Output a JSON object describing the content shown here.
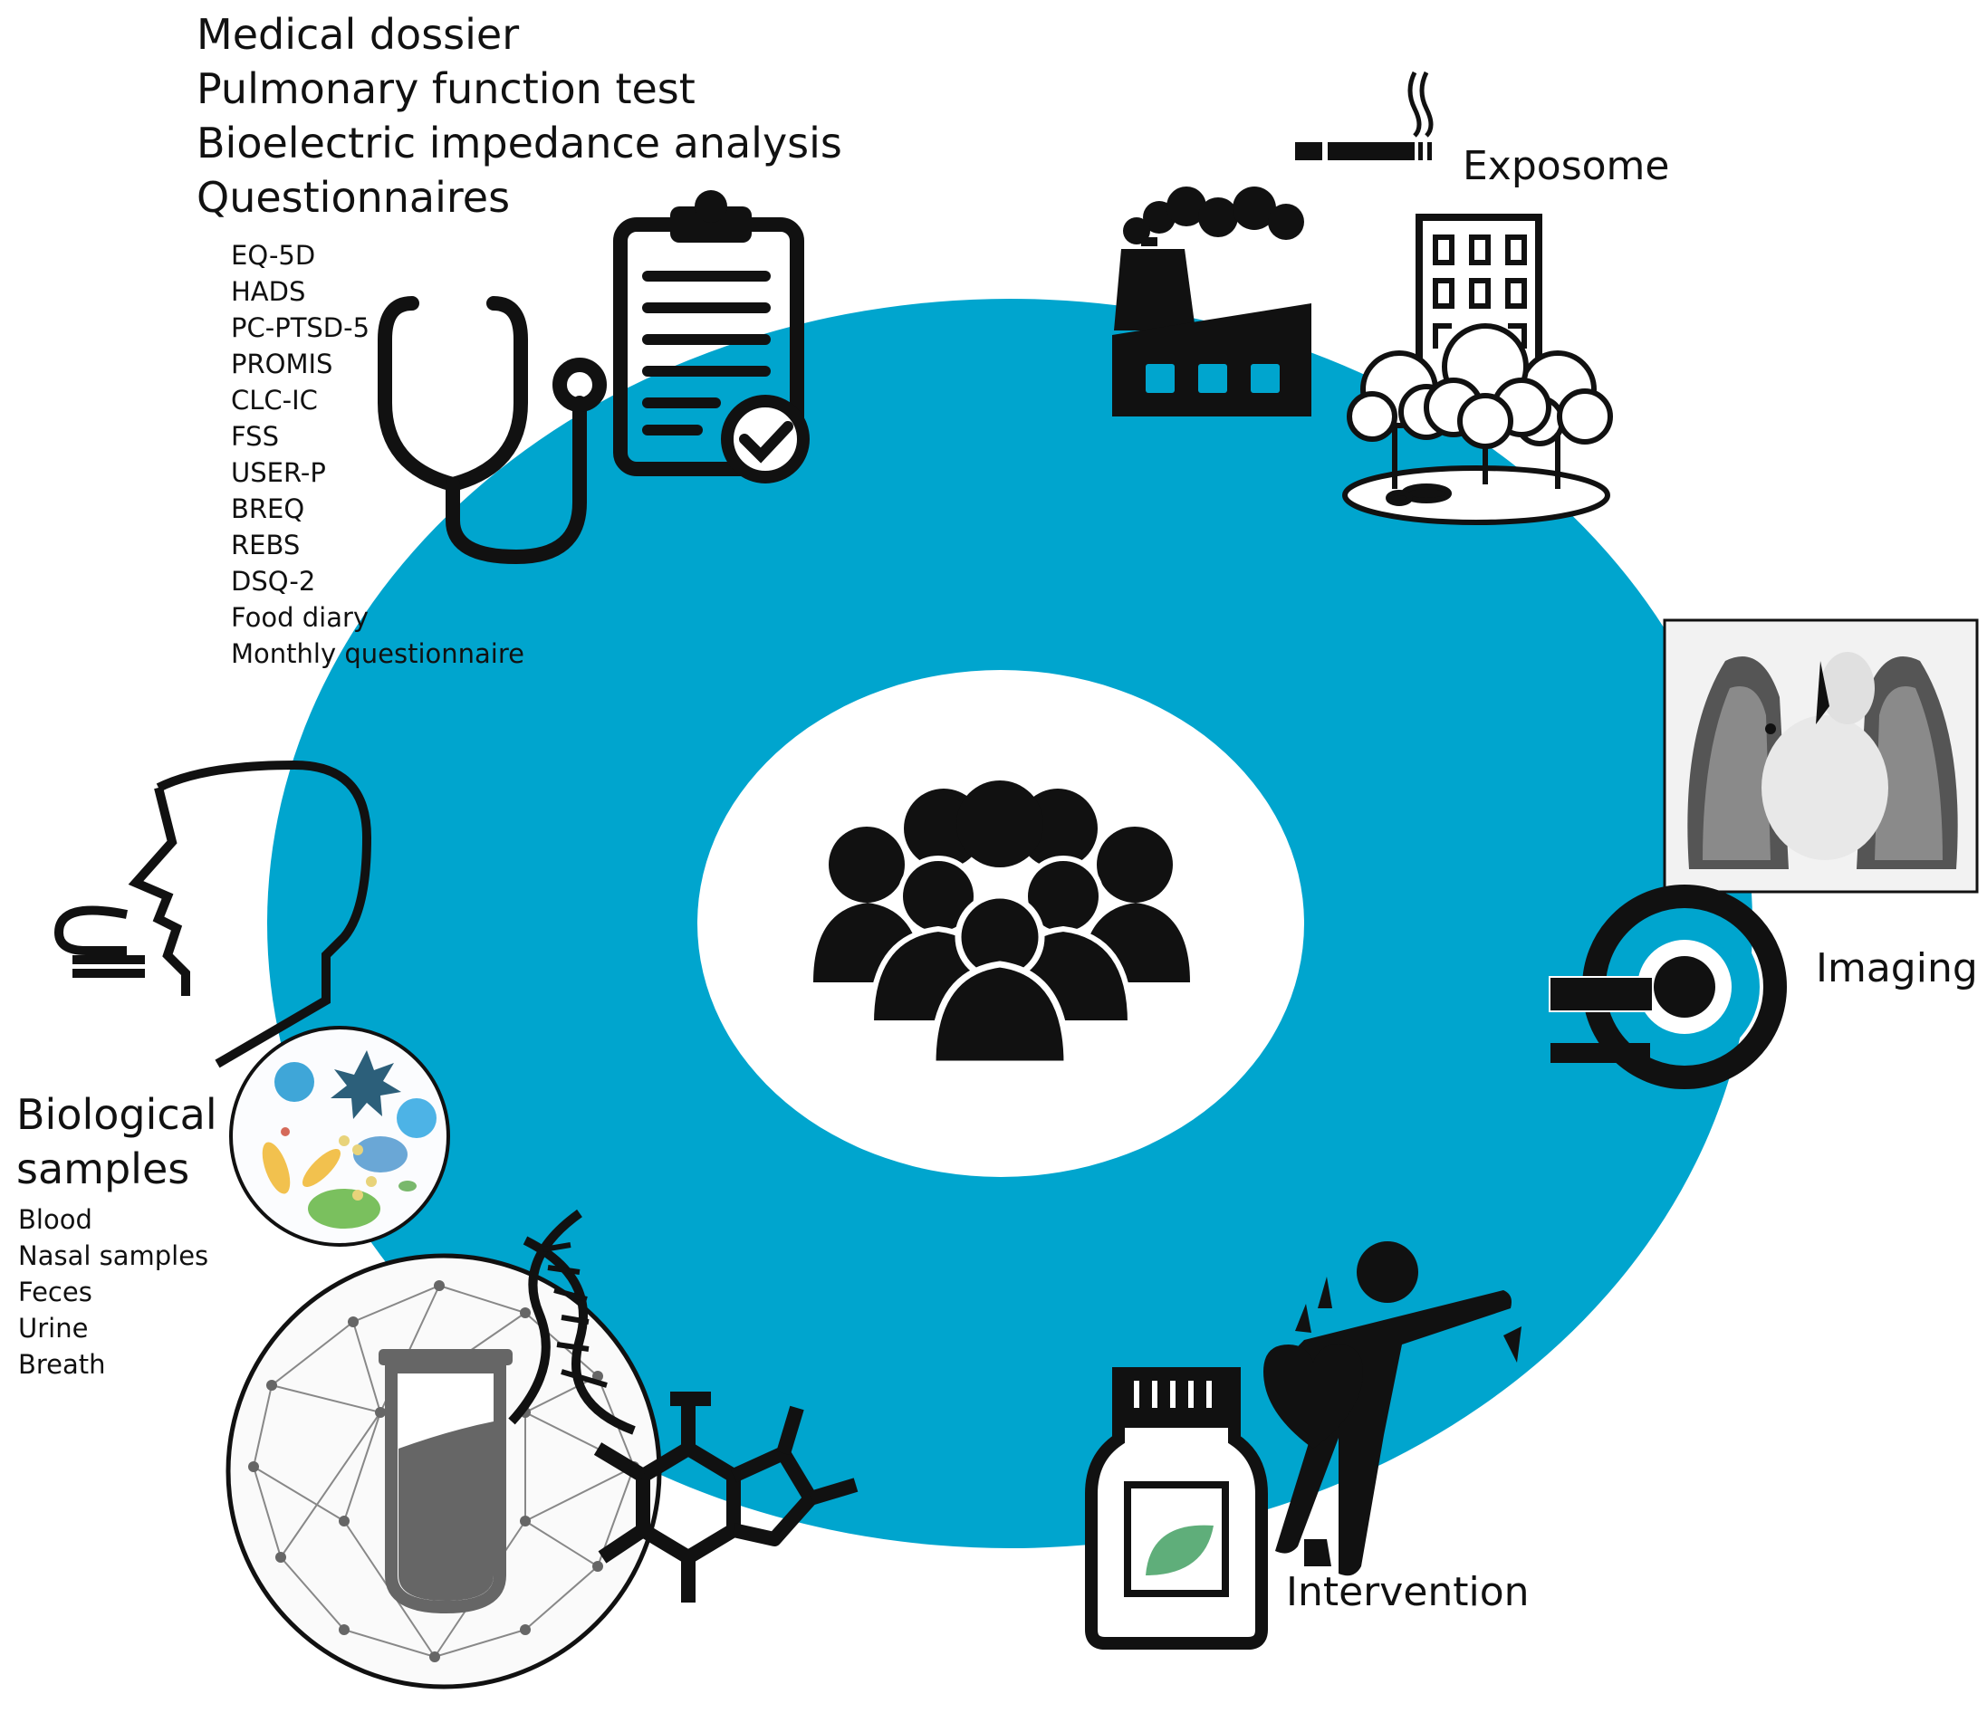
{
  "clinical": {
    "items": [
      "Medical dossier",
      "Pulmonary function test",
      "Bioelectric impedance analysis",
      "Questionnaires"
    ],
    "questionnaires": [
      "EQ-5D",
      "HADS",
      "PC-PTSD-5",
      "PROMIS",
      "CLC-IC",
      "FSS",
      "USER-P",
      "BREQ",
      "REBS",
      "DSQ-2",
      "Food diary",
      "Monthly questionnaire"
    ]
  },
  "exposome": {
    "label": "Exposome"
  },
  "imaging": {
    "label": "Imaging"
  },
  "intervention": {
    "label": "Intervention"
  },
  "biological": {
    "title_lines": [
      "Biological",
      "samples"
    ],
    "samples": [
      "Blood",
      "Nasal samples",
      "Feces",
      "Urine",
      "Breath"
    ]
  },
  "colors": {
    "ring": "#00A5CE",
    "icon": "#111111",
    "background": "#ffffff",
    "leaf": "#5fae7a"
  }
}
